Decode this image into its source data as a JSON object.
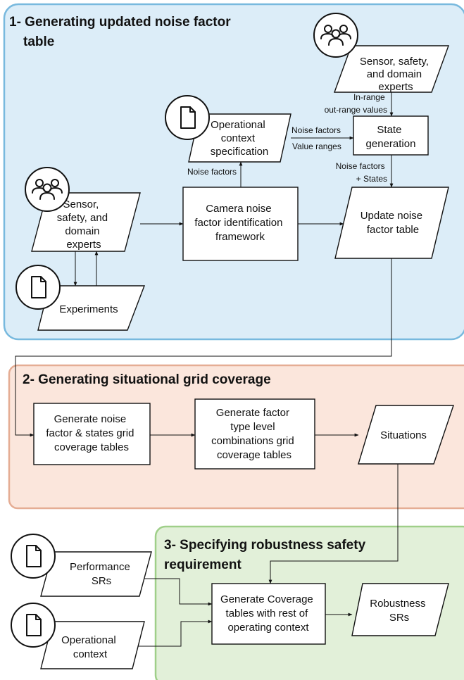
{
  "colors": {
    "panel1_fill": "#dcedf8",
    "panel1_border": "#78b9de",
    "panel2_fill": "#fbe6dc",
    "panel2_border": "#e5ad94",
    "panel3_fill": "#e2f0d9",
    "panel3_border": "#9fcf89"
  },
  "icons": {
    "people": "people-group-icon",
    "document": "document-icon"
  },
  "panels": {
    "panel1": {
      "title_lines": [
        "1- Generating updated noise factor",
        "table"
      ]
    },
    "panel2": {
      "title_lines": [
        "2- Generating situational grid coverage"
      ]
    },
    "panel3": {
      "title_lines": [
        "3- Specifying robustness safety",
        "requirement"
      ]
    }
  },
  "nodes": {
    "experts_top": {
      "lines": [
        "Sensor, safety,",
        "and domain",
        "experts"
      ]
    },
    "op_context_spec": {
      "lines": [
        "Operational",
        "context",
        "specification"
      ]
    },
    "state_generation": {
      "lines": [
        "State",
        "generation"
      ]
    },
    "experts_left": {
      "lines": [
        "Sensor,",
        "safety, and",
        "domain",
        "experts"
      ]
    },
    "camera_framework": {
      "lines": [
        "Camera noise",
        "factor identification",
        "framework"
      ]
    },
    "update_table": {
      "lines": [
        "Update noise",
        "factor table"
      ]
    },
    "experiments": {
      "lines": [
        "Experiments"
      ]
    },
    "gen_noise_tables": {
      "lines": [
        "Generate noise",
        "factor & states grid",
        "coverage tables"
      ]
    },
    "gen_combinations": {
      "lines": [
        "Generate factor",
        "type level",
        "combinations grid",
        "coverage tables"
      ]
    },
    "situations": {
      "lines": [
        "Situations"
      ]
    },
    "performance_srs": {
      "lines": [
        "Performance",
        "SRs"
      ]
    },
    "operational_context": {
      "lines": [
        "Operational",
        "context"
      ]
    },
    "gen_coverage_rest": {
      "lines": [
        "Generate Coverage",
        "tables with rest of",
        "operating context"
      ]
    },
    "robustness_srs": {
      "lines": [
        "Robustness",
        "SRs"
      ]
    }
  },
  "edge_labels": {
    "in_out_range": [
      "In-range",
      "out-range values"
    ],
    "noise_factors_up": [
      "Noise factors"
    ],
    "noise_factors_right": [
      "Noise factors"
    ],
    "value_ranges": [
      "Value ranges"
    ],
    "factors_states": [
      "Noise factors",
      "+ States"
    ]
  }
}
